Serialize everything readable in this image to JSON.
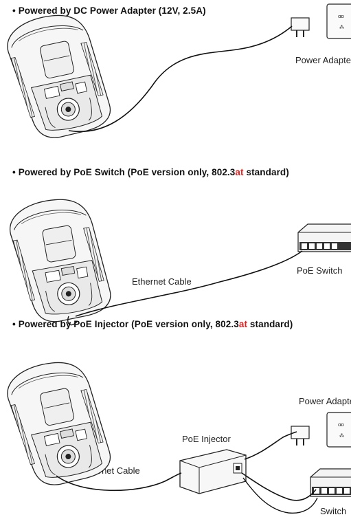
{
  "sections": [
    {
      "heading_bullet": "•",
      "heading_pre": "Powered by DC Power Adapter (12V, 2.5A)",
      "heading_hl": "",
      "heading_post": "",
      "labels": {
        "adapter": "Power Adapter"
      }
    },
    {
      "heading_bullet": "•",
      "heading_pre": "Powered by PoE Switch (PoE version only, 802.3",
      "heading_hl": "at",
      "heading_post": " standard)",
      "labels": {
        "cable": "Ethernet Cable",
        "switch": "PoE Switch"
      }
    },
    {
      "heading_bullet": "•",
      "heading_pre": "Powered by PoE Injector (PoE version only, 802.3",
      "heading_hl": "at",
      "heading_post": " standard)",
      "labels": {
        "adapter": "Power Adapter",
        "injector": "PoE Injector",
        "cable": "Ethernet Cable",
        "switch": "Switch"
      }
    }
  ],
  "colors": {
    "highlight": "#e02020",
    "line": "#111111",
    "device_fill": "#f4f4f4"
  }
}
